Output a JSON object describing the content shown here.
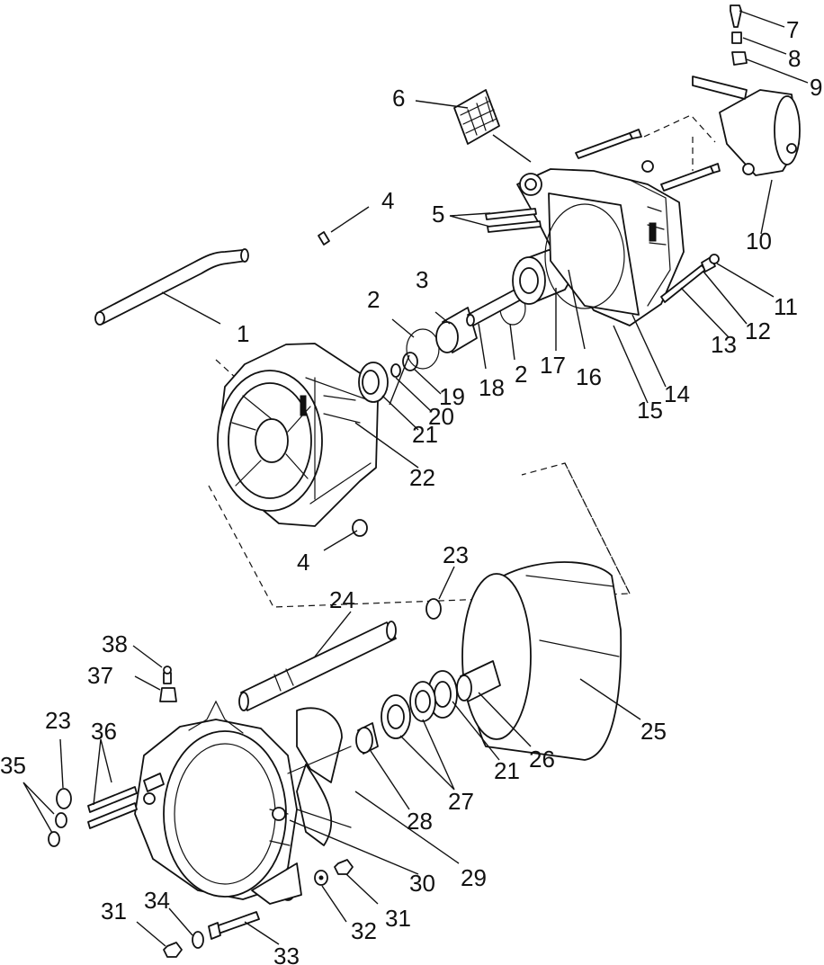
{
  "diagram": {
    "callouts": {
      "c1": "1",
      "c2a": "2",
      "c2b": "2",
      "c3": "3",
      "c4a": "4",
      "c4b": "4",
      "c5": "5",
      "c6": "6",
      "c7": "7",
      "c8": "8",
      "c9": "9",
      "c10": "10",
      "c11": "11",
      "c12": "12",
      "c13": "13",
      "c14": "14",
      "c15": "15",
      "c16": "16",
      "c17": "17",
      "c18": "18",
      "c19": "19",
      "c20": "20",
      "c21a": "21",
      "c21b": "21",
      "c22": "22",
      "c23a": "23",
      "c23b": "23",
      "c24": "24",
      "c25": "25",
      "c26": "26",
      "c27": "27",
      "c28": "28",
      "c29": "29",
      "c30": "30",
      "c31a": "31",
      "c31b": "31",
      "c32": "32",
      "c33": "33",
      "c34": "34",
      "c35": "35",
      "c36": "36",
      "c37": "37",
      "c38": "38"
    },
    "colors": {
      "ink": "#111111",
      "paper": "#ffffff"
    }
  }
}
